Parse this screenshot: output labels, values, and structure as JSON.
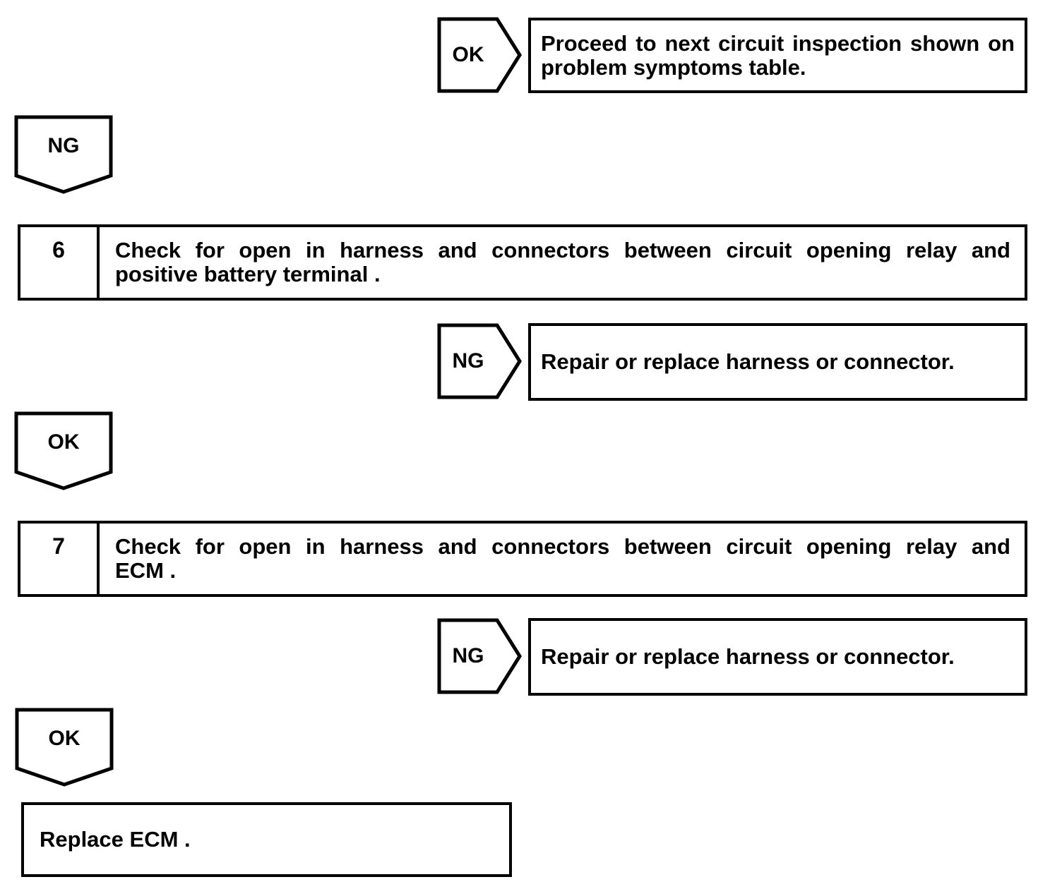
{
  "colors": {
    "ink": "#000000",
    "background": "#ffffff"
  },
  "flowchart": {
    "top_ok_branch": {
      "connector_label": "OK",
      "box_lines": {
        "line1": "Proceed to next circuit inspection shown on",
        "line2": "problem symptoms table."
      }
    },
    "ng_down_1": {
      "label": "NG"
    },
    "step_6": {
      "number": "6",
      "lines": {
        "line1": "Check for open in harness and connectors between circuit opening relay and",
        "line2": "positive battery terminal ."
      }
    },
    "ng_branch_1": {
      "connector_label": "NG",
      "box_text": "Repair or replace harness or connector."
    },
    "ok_down_1": {
      "label": "OK"
    },
    "step_7": {
      "number": "7",
      "lines": {
        "line1": "Check for open in harness and connectors between circuit opening relay and",
        "line2": "ECM ."
      }
    },
    "ng_branch_2": {
      "connector_label": "NG",
      "box_text": "Repair or replace harness or connector."
    },
    "ok_down_2": {
      "label": "OK"
    },
    "final_action": {
      "text": "Replace ECM ."
    }
  }
}
